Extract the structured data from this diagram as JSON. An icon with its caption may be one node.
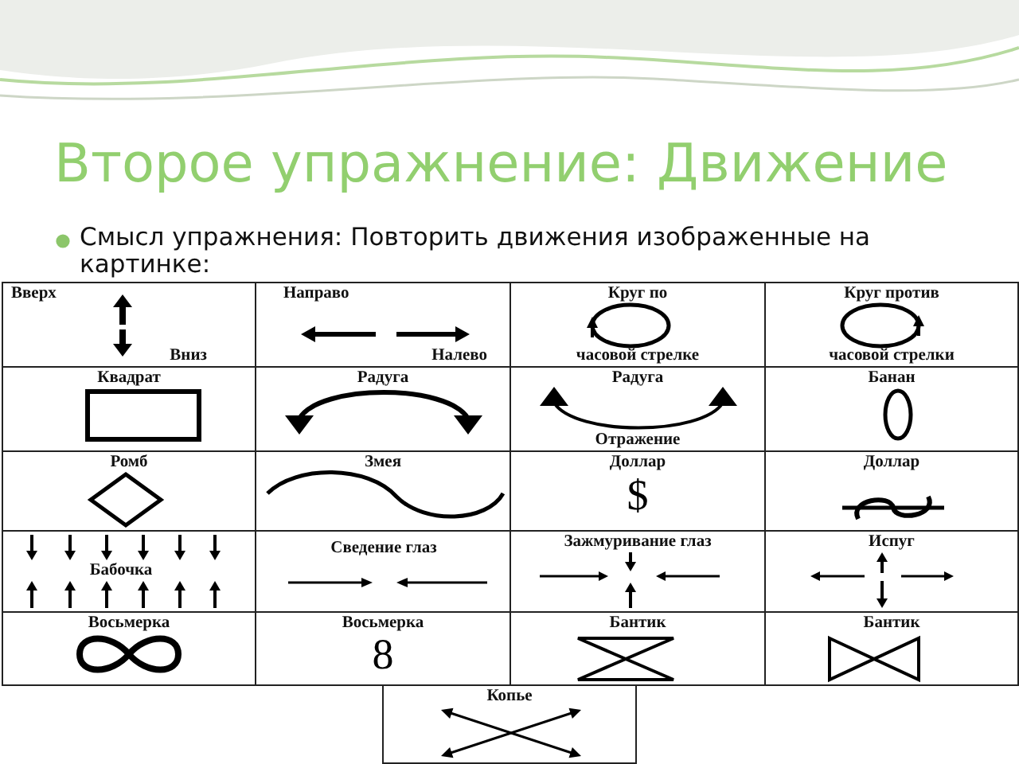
{
  "diagram": {
    "title": "Второе упражнение: Движение",
    "labels": [
      "Смысл упражнения: Повторить движения изображенные на картинке:",
      "Вверх",
      "Вниз",
      "Направо",
      "Налево",
      "Круг по",
      "часовой стрелке",
      "Круг против",
      "часовой стрелки",
      "Квадрат",
      "Радуга",
      "Радуга",
      "Отражение",
      "Банан",
      "Ромб",
      "Змея",
      "Доллар",
      "$",
      "Доллар",
      "Бабочка",
      "Сведение глаз",
      "Зажмуривание глаз",
      "Испуг",
      "Восьмерка",
      "Восьмерка",
      "8",
      "Бантик",
      "Бантик",
      "Копье"
    ]
  }
}
